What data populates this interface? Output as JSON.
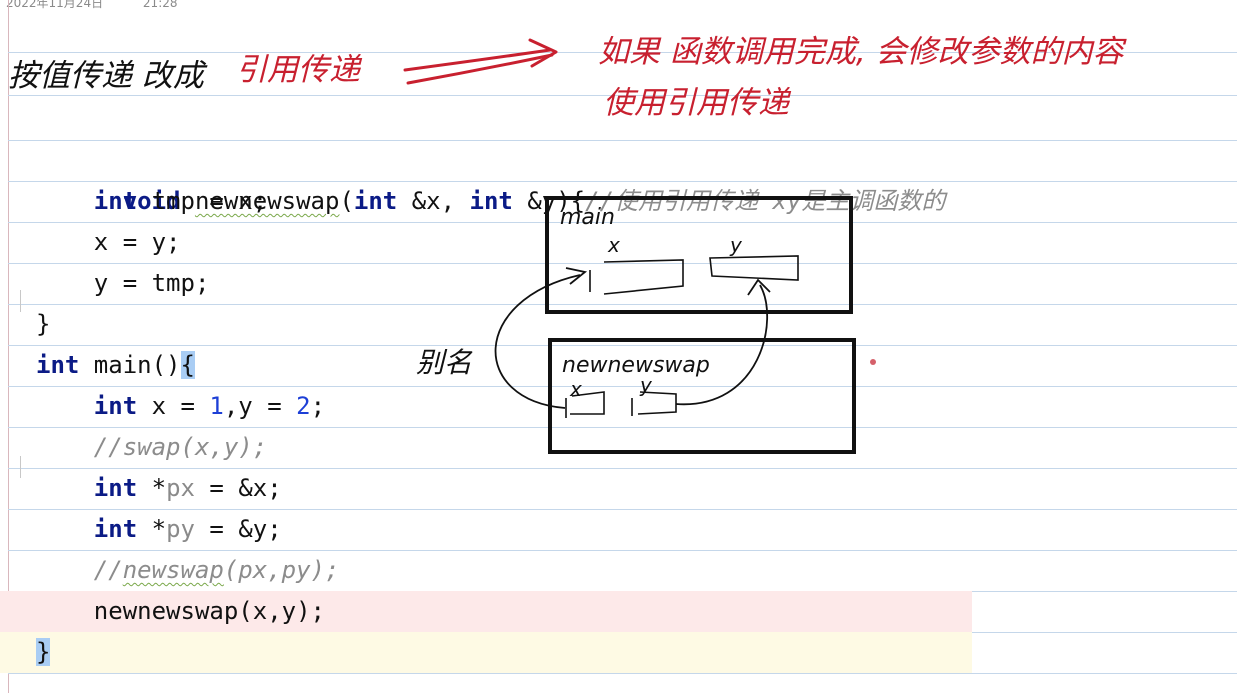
{
  "header": {
    "date": "2022年11月24日",
    "time": "21:28"
  },
  "annotations": {
    "note_left": "按值传递 改成",
    "note_red_1": "引用传递",
    "note_red_2": "如果 函数调用完成, 会修改参数的内容",
    "note_red_3": "使用引用传递",
    "alias_label": "别名",
    "box_main_label": "main",
    "box_swap_label": "newnewswap",
    "var_x": "x",
    "var_y": "y",
    "colors": {
      "red_ink": "#c8202f",
      "black_ink": "#111111"
    }
  },
  "code": {
    "line1": {
      "kw_void": "void",
      "fn_name": "newnewswap",
      "open": "(",
      "kw_int1": "int",
      "param_x": " &x, ",
      "kw_int2": "int",
      "param_y": " &y){",
      "comment": "//使用引用传递 xy是主调函数的"
    },
    "line2": {
      "kw": "int",
      "rest": " tmp = x;"
    },
    "line3": "x = y;",
    "line4": "y = tmp;",
    "line5": "}",
    "line6": {
      "kw": "int",
      "rest": " main()",
      "brace": "{"
    },
    "line7": {
      "kw": "int",
      "a": " x = ",
      "n1": "1",
      "b": ",y = ",
      "n2": "2",
      "c": ";"
    },
    "line8": "//swap(x,y);",
    "line9": {
      "kw": "int",
      "star": " *",
      "var": "px",
      "rest": " = &x;"
    },
    "line10": {
      "kw": "int",
      "star": " *",
      "var": "py",
      "rest": " = &y;"
    },
    "line11": {
      "pre": "//",
      "mid": "newswap",
      "post": "(px,py);"
    },
    "line12": "newnewswap(x,y);",
    "line13": "}"
  }
}
